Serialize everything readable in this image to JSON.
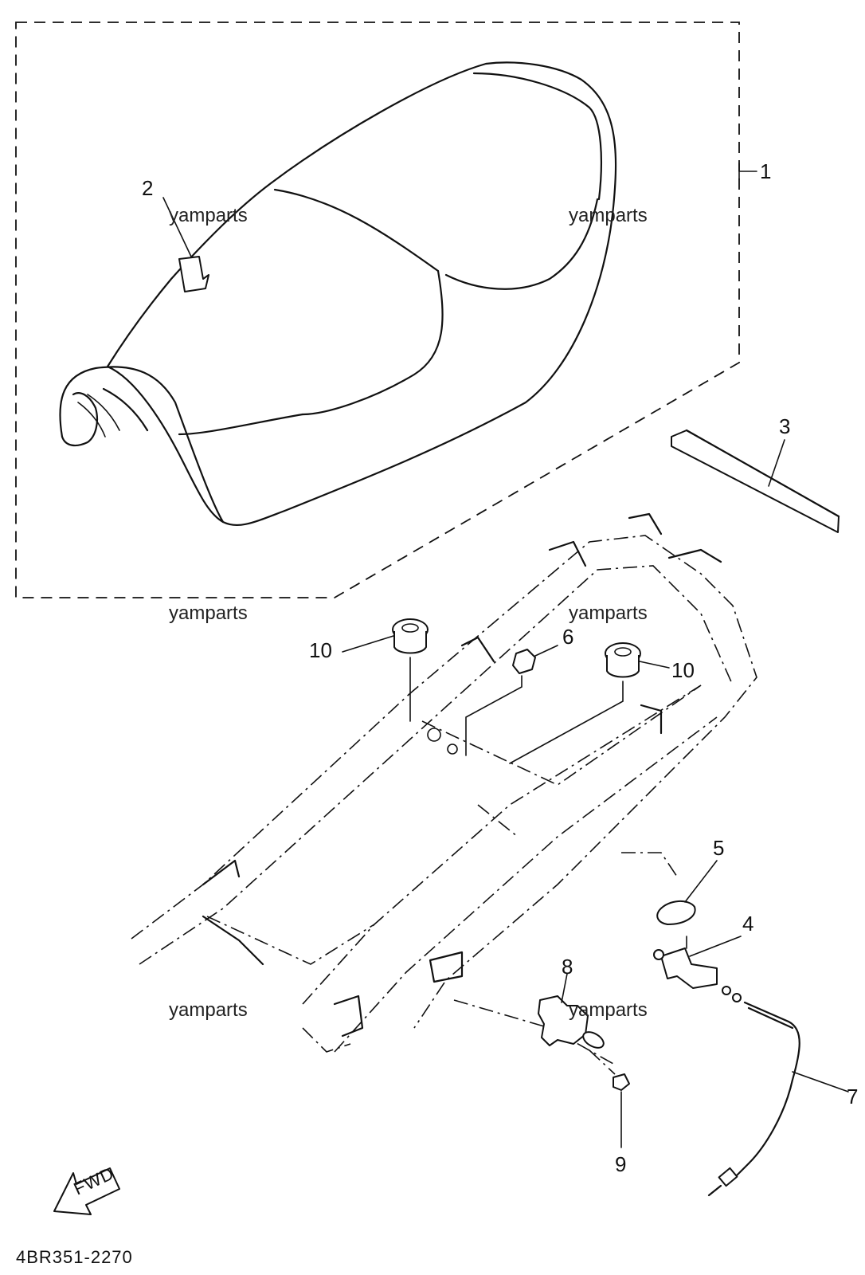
{
  "diagram": {
    "code": "4BR351-2270",
    "fwd_label": "FWD",
    "watermark": "yamparts",
    "callouts": {
      "c1": "1",
      "c2": "2",
      "c3": "3",
      "c4": "4",
      "c5": "5",
      "c6": "6",
      "c7": "7",
      "c8": "8",
      "c9": "9",
      "c10a": "10",
      "c10b": "10"
    }
  }
}
